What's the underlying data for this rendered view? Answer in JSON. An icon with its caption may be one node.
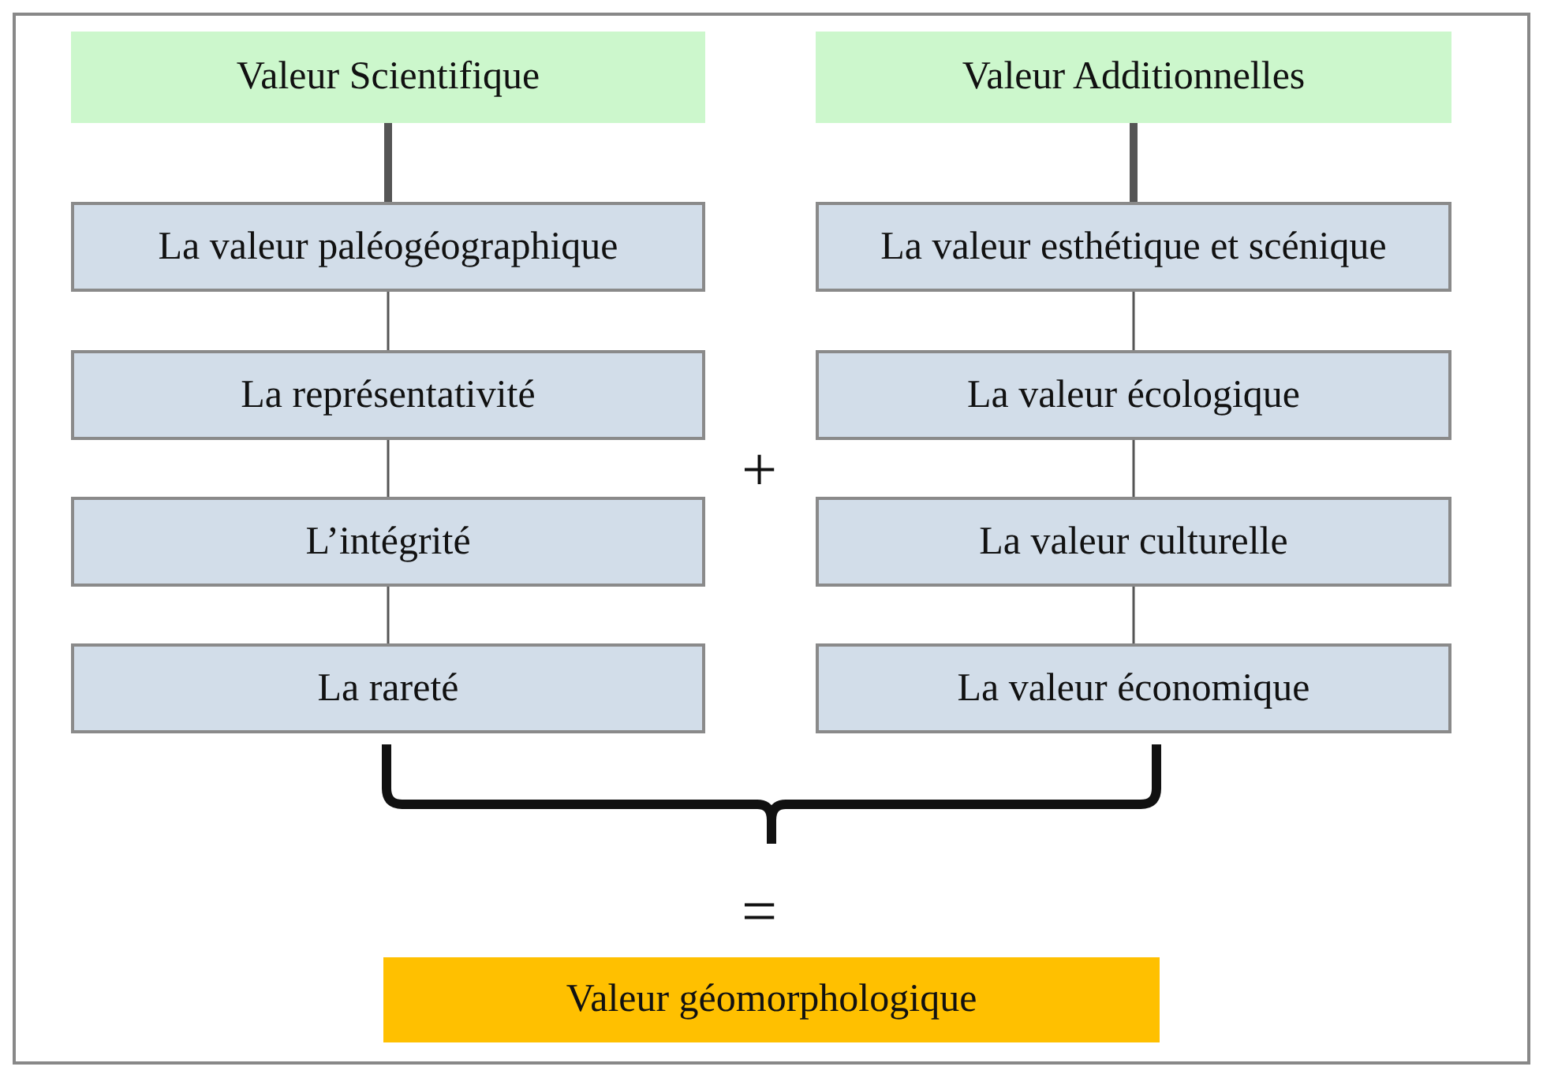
{
  "diagram": {
    "nodes": [
      {
        "text": [
          "Valeur Scientifique"
        ]
      },
      {
        "text": [
          "La valeur paléogéographique"
        ]
      },
      {
        "text": [
          "La représentativité"
        ]
      },
      {
        "text": [
          "L’intégrité"
        ]
      },
      {
        "text": [
          "La rareté"
        ]
      },
      {
        "text": [
          "Valeur Additionnelles"
        ]
      },
      {
        "text": [
          "La valeur esthétique et scénique"
        ]
      },
      {
        "text": [
          "La valeur écologique"
        ]
      },
      {
        "text": [
          "La valeur culturelle"
        ]
      },
      {
        "text": [
          "La valeur économique"
        ]
      },
      {
        "text": [
          "Valeur géomorphologique"
        ]
      }
    ],
    "edges": [
      {
        "from": 0,
        "to": 1,
        "arrow": "none",
        "style": "thick"
      },
      {
        "from": 1,
        "to": 2,
        "arrow": "none"
      },
      {
        "from": 2,
        "to": 3,
        "arrow": "none"
      },
      {
        "from": 3,
        "to": 4,
        "arrow": "none"
      },
      {
        "from": 5,
        "to": 6,
        "arrow": "none",
        "style": "thick"
      },
      {
        "from": 6,
        "to": 7,
        "arrow": "none"
      },
      {
        "from": 7,
        "to": 8,
        "arrow": "none"
      },
      {
        "from": 8,
        "to": 9,
        "arrow": "none"
      }
    ],
    "labels": [
      "+",
      "="
    ]
  }
}
